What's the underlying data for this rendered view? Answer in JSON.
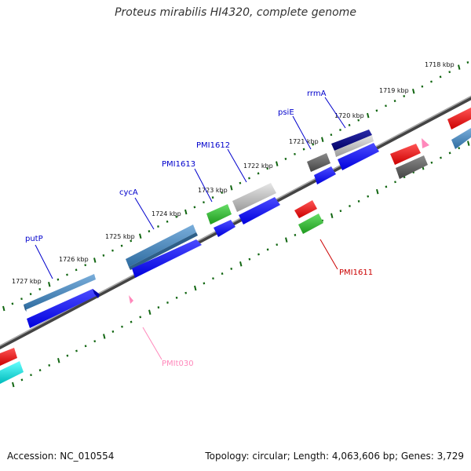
{
  "title": "Proteus mirabilis HI4320, complete genome",
  "footer": {
    "accession": "Accession: NC_010554",
    "summary": "Topology: circular; Length: 4,063,606 bp; Genes: 3,729"
  },
  "ticks": [
    "1718 kbp",
    "1719 kbp",
    "1720 kbp",
    "1721 kbp",
    "1722 kbp",
    "1723 kbp",
    "1724 kbp",
    "1725 kbp",
    "1726 kbp",
    "1727 kbp"
  ],
  "labels": {
    "putP": "putP",
    "cycA": "cycA",
    "PMI1613": "PMI1613",
    "PMI1612": "PMI1612",
    "psiE": "psiE",
    "rrmA": "rrmA",
    "PMI1611": "PMI1611",
    "PMIt030": "PMIt030"
  },
  "colors": {
    "label_blue": "#0000cc",
    "label_red": "#cc0000",
    "label_pink": "#ff88bb",
    "cds_blue": "#0000ee",
    "steel_blue": "#4682b4",
    "gray": "#666666",
    "light_gray": "#bbbbbb",
    "navy": "#000080",
    "green": "#33bb33",
    "red": "#ee0000",
    "cyan": "#00dddd",
    "pink": "#ff88bb",
    "tick_green": "#116611",
    "backbone": "#777777"
  }
}
